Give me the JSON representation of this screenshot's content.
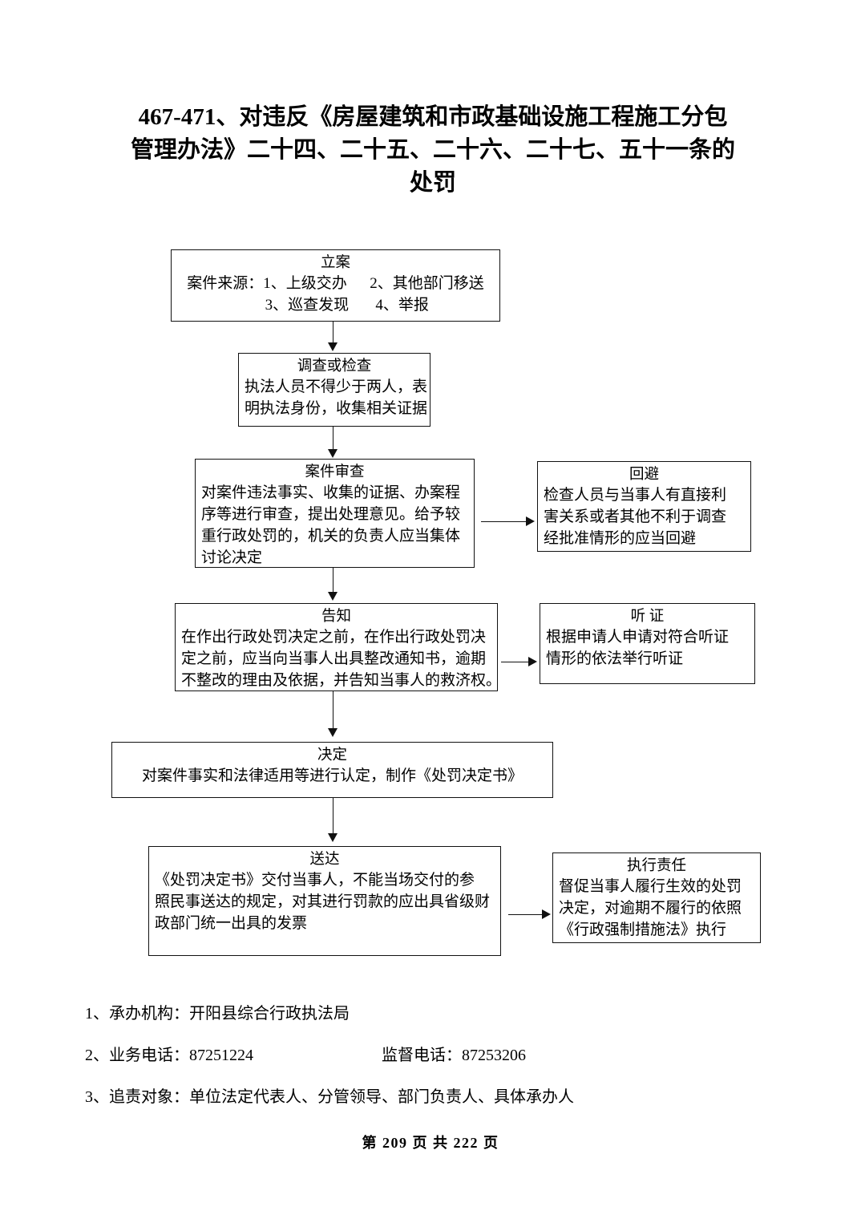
{
  "document": {
    "title_lines": [
      "467-471、对违反《房屋建筑和市政基础设施工程施工分包",
      "管理办法》二十四、二十五、二十六、二十七、五十一条的",
      "处罚"
    ],
    "page_footer": "第 209 页 共 222 页"
  },
  "flowchart": {
    "type": "process-flow",
    "nodes": [
      {
        "id": "filing",
        "title": "立案",
        "lines": [
          "案件来源：1、上级交办　  2、其他部门移送",
          "　  3、巡查发现　   4、举报"
        ]
      },
      {
        "id": "investigation",
        "title": "调查或检查",
        "lines": [
          "执法人员不得少于两人，表",
          "明执法身份，收集相关证据"
        ]
      },
      {
        "id": "case-review",
        "title": "案件审查",
        "lines": [
          "对案件违法事实、收集的证据、办案程",
          "序等进行审查，提出处理意见。给予较",
          "重行政处罚的，机关的负责人应当集体",
          "讨论决定"
        ]
      },
      {
        "id": "recusal",
        "title": "回避",
        "lines": [
          "检查人员与当事人有直接利",
          "害关系或者其他不利于调查",
          "经批准情形的应当回避"
        ]
      },
      {
        "id": "notification",
        "title": "告知",
        "lines": [
          "在作出行政处罚决定之前，在作出行政处罚决",
          "定之前，应当向当事人出具整改通知书，逾期",
          "不整改的理由及依据，并告知当事人的救济权。"
        ]
      },
      {
        "id": "hearing",
        "title": "听 证",
        "lines": [
          "根据申请人申请对符合听证",
          "情形的依法举行听证"
        ]
      },
      {
        "id": "decision",
        "title": "决定",
        "lines": [
          "对案件事实和法律适用等进行认定，制作《处罚决定书》"
        ]
      },
      {
        "id": "service",
        "title": "送达",
        "lines": [
          "《处罚决定书》交付当事人，不能当场交付的参",
          "照民事送达的规定，对其进行罚款的应出具省级财",
          "政部门统一出具的发票"
        ]
      },
      {
        "id": "enforcement",
        "title": "执行责任",
        "lines": [
          "督促当事人履行生效的处罚",
          "决定，对逾期不履行的依照",
          "《行政强制措施法》执行"
        ]
      }
    ]
  },
  "notes": [
    {
      "index": "1、",
      "label": "承办机构：",
      "value": "开阳县综合行政执法局",
      "secondary_label": "",
      "secondary_value": ""
    },
    {
      "index": "2、",
      "label": "业务电话：",
      "value": "87251224",
      "secondary_label": "监督电话：",
      "secondary_value": "87253206"
    },
    {
      "index": "3、",
      "label": "追责对象：",
      "value": "单位法定代表人、分管领导、部门负责人、具体承办人",
      "secondary_label": "",
      "secondary_value": ""
    }
  ],
  "colors": {
    "ink": "#111111",
    "paper": "#ffffff"
  }
}
